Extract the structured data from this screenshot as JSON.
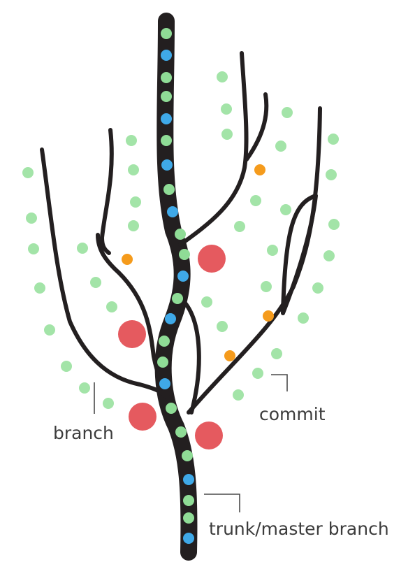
{
  "labels": {
    "branch": "branch",
    "commit": "commit",
    "trunk": "trunk/master branch"
  },
  "colors": {
    "background": "#ffffff",
    "line": "#231f20",
    "trunk_commit_green": "#8fdc96",
    "trunk_commit_blue": "#3fa9e8",
    "commit_green": "#a3e4a8",
    "commit_orange": "#f59b1c",
    "fruit_red": "#e55a5f",
    "label_text": "#3c3c3c"
  },
  "legend": {
    "commit": "small dot",
    "branch": "thin black line",
    "trunk": "thick black line"
  }
}
